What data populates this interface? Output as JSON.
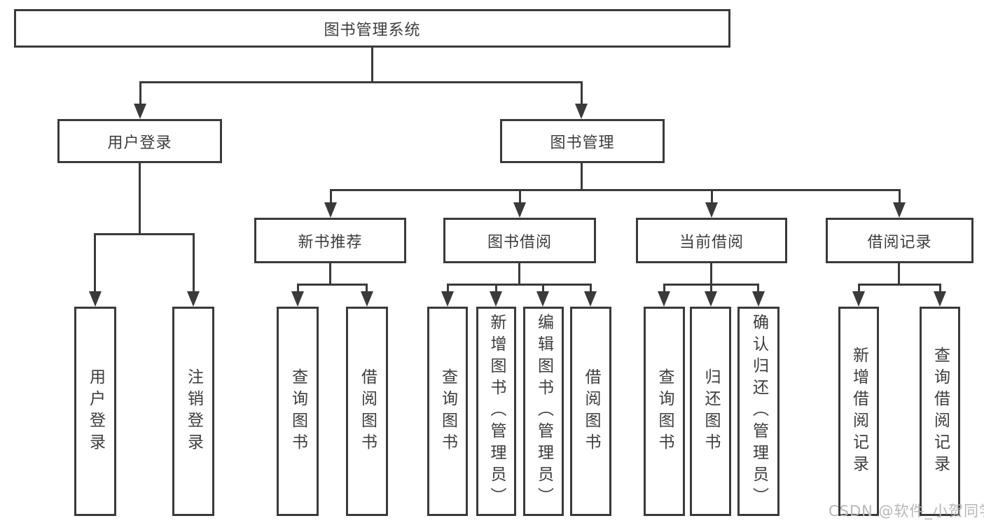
{
  "diagram": {
    "root": {
      "label": "图书管理系统"
    },
    "branches": [
      {
        "label": "用户登录",
        "children": [
          {
            "label": "用户登录"
          },
          {
            "label": "注销登录"
          }
        ]
      },
      {
        "label": "图书管理",
        "children": [
          {
            "label": "新书推荐",
            "children": [
              {
                "label": "查询图书"
              },
              {
                "label": "借阅图书"
              }
            ]
          },
          {
            "label": "图书借阅",
            "children": [
              {
                "label": "查询图书"
              },
              {
                "label": "新增图书（管理员）"
              },
              {
                "label": "编辑图书（管理员）"
              },
              {
                "label": "借阅图书"
              }
            ]
          },
          {
            "label": "当前借阅",
            "children": [
              {
                "label": "查询图书"
              },
              {
                "label": "归还图书"
              },
              {
                "label": "确认归还（管理员）"
              }
            ]
          },
          {
            "label": "借阅记录",
            "children": [
              {
                "label": "新增借阅记录"
              },
              {
                "label": "查询借阅记录"
              }
            ]
          }
        ]
      }
    ]
  },
  "watermark": {
    "text": "CSDN @软件_小贺同学"
  },
  "colors": {
    "line": "#3a3a3a",
    "text": "#3d3d3d",
    "watermark": "#b8b6b6",
    "background": "#ffffff"
  }
}
